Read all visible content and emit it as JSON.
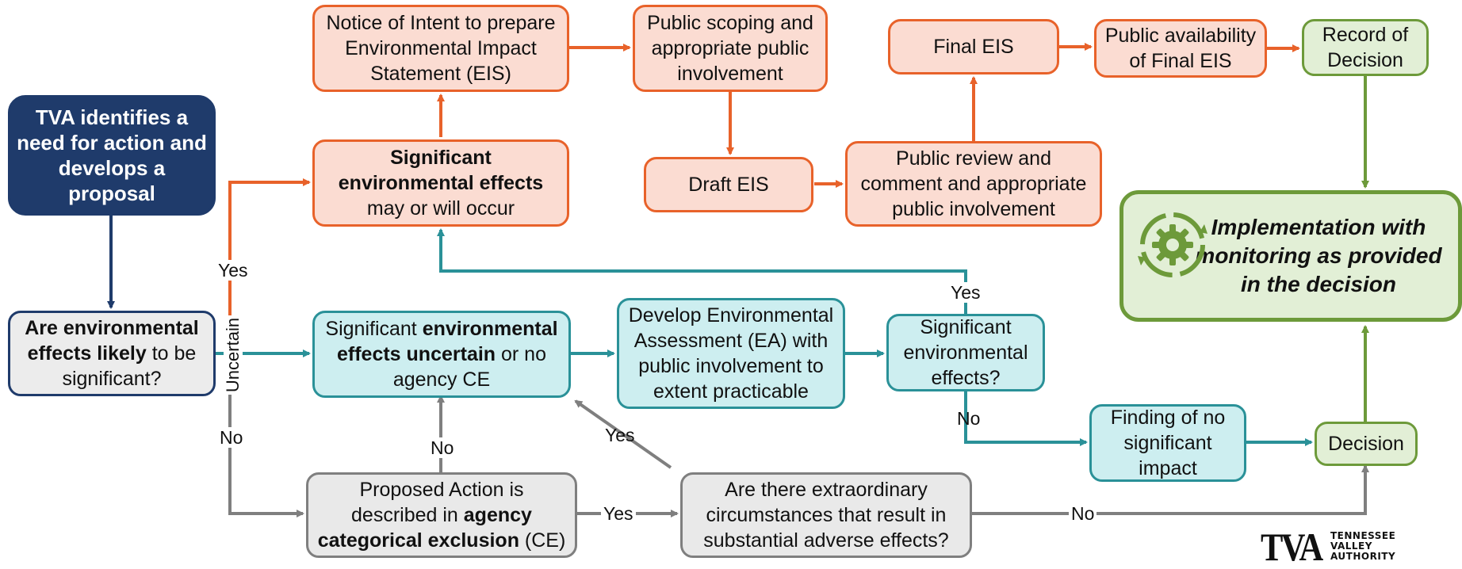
{
  "nodes": {
    "tva_start": "TVA identifies a need for action and develops a proposal",
    "question_significant": {
      "bold": "Are environmental effects likely",
      "rest": " to be significant?"
    },
    "significant_effects": {
      "bold": "Significant environmental effects",
      "rest": "may or will occur"
    },
    "notice_of_intent": "Notice of Intent to prepare Environmental Impact Statement (EIS)",
    "public_scoping": "Public scoping and appropriate public involvement",
    "draft_eis": "Draft EIS",
    "public_review": "Public review and comment and appropriate public involvement",
    "final_eis": "Final EIS",
    "public_availability": "Public availability of Final EIS",
    "record_of_decision": "Record of Decision",
    "implementation": "Implementation with monitoring as provided in the decision",
    "effects_uncertain": {
      "pre": "Significant ",
      "bold": "environmental effects uncertain",
      "rest": " or no agency CE"
    },
    "develop_ea": "Develop Environmental Assessment (EA) with public involvement to extent practicable",
    "significant_question": "Significant environmental effects?",
    "fonsi": "Finding of no significant impact",
    "decision": "Decision",
    "proposed_action": {
      "pre": "Proposed Action is described in ",
      "bold": "agency categorical exclusion",
      "rest": " (CE)"
    },
    "extraordinary": "Are there extraordinary circumstances that result in substantial adverse effects?"
  },
  "edge_labels": {
    "yes_left": "Yes",
    "uncertain": "Uncertain",
    "no_left": "No",
    "no_up": "No",
    "yes_diag": "Yes",
    "yes_bottom": "Yes",
    "no_bottom": "No",
    "yes_right": "Yes",
    "no_right": "No"
  },
  "logo": {
    "mark": "TVA",
    "line1": "TENNESSEE",
    "line2": "VALLEY",
    "line3": "AUTHORITY"
  },
  "icons": {
    "implementation": "gear-cycle-icon"
  },
  "colors": {
    "orange": "#e8622a",
    "teal": "#2a9198",
    "gray": "#7f7f7f",
    "green": "#6d9a3a",
    "navy": "#1f3b6b"
  }
}
